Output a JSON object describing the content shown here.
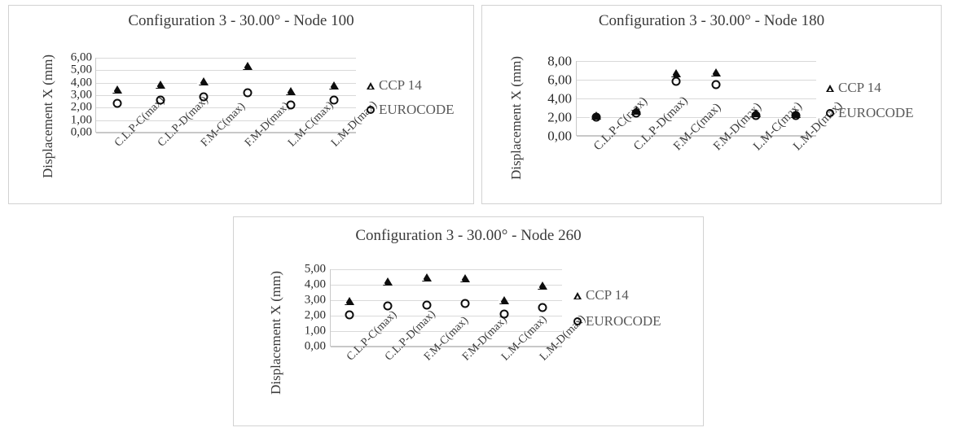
{
  "page": {
    "clipped_header": "",
    "legend_labels": {
      "series_a": "CCP 14",
      "series_b": "EUROCODE"
    },
    "axis_title_y": "Displacement X (mm)"
  },
  "chart_data": [
    {
      "id": "node-100",
      "type": "scatter",
      "title": "Configuration 3 - 30.00° - Node 100",
      "xlabel": "",
      "ylabel": "Displacement X (mm)",
      "ylim": [
        0,
        6
      ],
      "yticks": [
        "0,00",
        "1,00",
        "2,00",
        "3,00",
        "4,00",
        "5,00",
        "6,00"
      ],
      "ytick_values": [
        0,
        1,
        2,
        3,
        4,
        5,
        6
      ],
      "grid": true,
      "legend_position": "right",
      "categories": [
        "C.L.P-C(max)",
        "C.L.P-D(max)",
        "F.M-C(max)",
        "F.M-D(max)",
        "L.M-C(max)",
        "L.M-D(max)"
      ],
      "series": [
        {
          "name": "CCP 14",
          "marker": "triangle",
          "values": [
            3.45,
            3.85,
            4.1,
            5.35,
            3.3,
            3.8
          ]
        },
        {
          "name": "EUROCODE",
          "marker": "circle",
          "values": [
            2.35,
            2.6,
            2.85,
            3.2,
            2.25,
            2.6
          ]
        }
      ]
    },
    {
      "id": "node-180",
      "type": "scatter",
      "title": "Configuration 3 - 30.00° - Node 180",
      "xlabel": "",
      "ylabel": "Displacement X (mm)",
      "ylim": [
        0,
        8
      ],
      "yticks": [
        "0,00",
        "2,00",
        "4,00",
        "6,00",
        "8,00"
      ],
      "ytick_values": [
        0,
        2,
        4,
        6,
        8
      ],
      "grid": true,
      "legend_position": "right",
      "categories": [
        "C.L.P-C(max)",
        "C.L.P-D(max)",
        "F.M-C(max)",
        "F.M-D(max)",
        "L.M-C(max)",
        "L.M-D(max)"
      ],
      "series": [
        {
          "name": "CCP 14",
          "marker": "triangle",
          "values": [
            2.2,
            2.7,
            6.7,
            6.8,
            2.4,
            2.35
          ]
        },
        {
          "name": "EUROCODE",
          "marker": "circle",
          "values": [
            2.0,
            2.4,
            5.8,
            5.5,
            2.15,
            2.15
          ]
        }
      ]
    },
    {
      "id": "node-260",
      "type": "scatter",
      "title": "Configuration 3 - 30.00° - Node 260",
      "xlabel": "",
      "ylabel": "Displacement X (mm)",
      "ylim": [
        0,
        5
      ],
      "yticks": [
        "0,00",
        "1,00",
        "2,00",
        "3,00",
        "4,00",
        "5,00"
      ],
      "ytick_values": [
        0,
        1,
        2,
        3,
        4,
        5
      ],
      "grid": true,
      "legend_position": "right",
      "categories": [
        "C.L.P-C(max)",
        "C.L.P-D(max)",
        "F.M-C(max)",
        "F.M-D(max)",
        "L.M-C(max)",
        "L.M-D(max)"
      ],
      "series": [
        {
          "name": "CCP 14",
          "marker": "triangle",
          "values": [
            2.95,
            4.2,
            4.45,
            4.4,
            3.0,
            3.95
          ]
        },
        {
          "name": "EUROCODE",
          "marker": "circle",
          "values": [
            2.05,
            2.65,
            2.7,
            2.8,
            2.1,
            2.55
          ]
        }
      ]
    }
  ],
  "colors": {
    "marker": "#0d0d0d",
    "grid": "#d9d9d9",
    "axis": "#c8c8c8",
    "title_text": "#3a3a3a",
    "legend_text": "#595959",
    "frame_border": "#d2d2d2",
    "background": "#ffffff"
  }
}
